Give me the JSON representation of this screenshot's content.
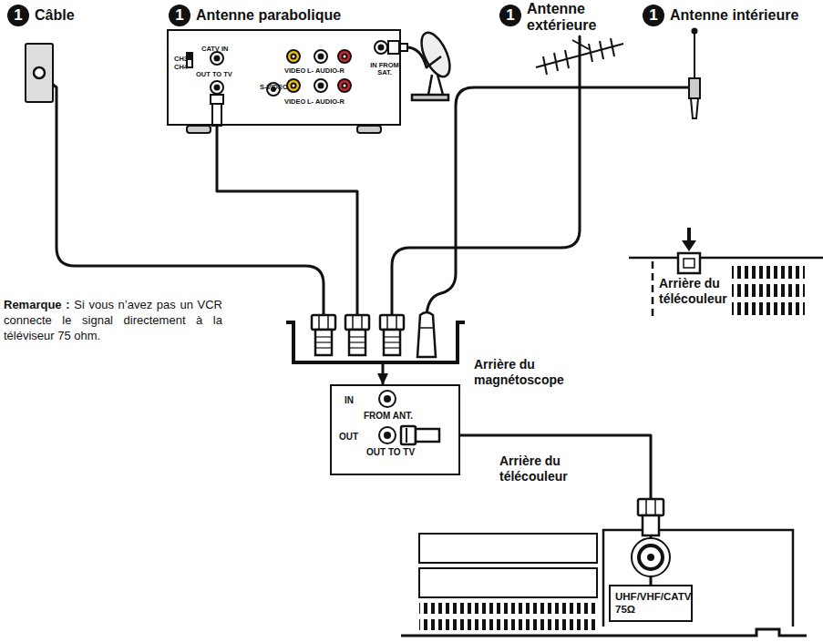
{
  "diagram": {
    "nodes": [
      {
        "text": [
          "CH3",
          "CH4",
          "CATV IN",
          "OUT TO TV",
          "S-VIDEO",
          "VIDEO",
          "L- AUDIO-R",
          "VIDEO",
          "L- AUDIO-R",
          "IN FROM SAT."
        ]
      },
      {
        "text": [
          "IN",
          "FROM ANT.",
          "OUT",
          "OUT TO TV"
        ]
      },
      {
        "text": [
          "UHF/VHF/CATV 75Ω"
        ]
      }
    ],
    "edges": [
      {
        "from": 0,
        "to": 1,
        "arrow": "to"
      },
      {
        "from": 1,
        "to": 2,
        "arrow": "none"
      }
    ],
    "labels": [
      "1",
      "Câble",
      "1",
      "Antenne parabolique",
      "1",
      "Antenne extérieure",
      "1",
      "Antenne intérieure",
      "Remarque :",
      "Si vous n’avez pas un VCR connecte le signal directement à la téléviseur 75 ohm.",
      "Arrière du télécouleur",
      "Arrière du magnétoscope",
      "Arrière du télécouleur"
    ]
  }
}
